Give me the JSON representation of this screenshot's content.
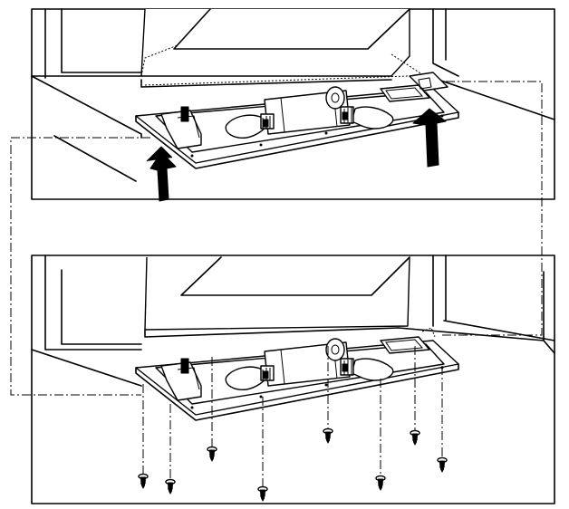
{
  "diagram": {
    "panels": [
      {
        "id": "before-removal",
        "arrows": "up"
      },
      {
        "id": "after-mounting",
        "screws": 8
      }
    ],
    "connectors": "dash-dot",
    "colors": {
      "ink": "#000000",
      "paper": "#ffffff",
      "shade": "#777777"
    }
  }
}
